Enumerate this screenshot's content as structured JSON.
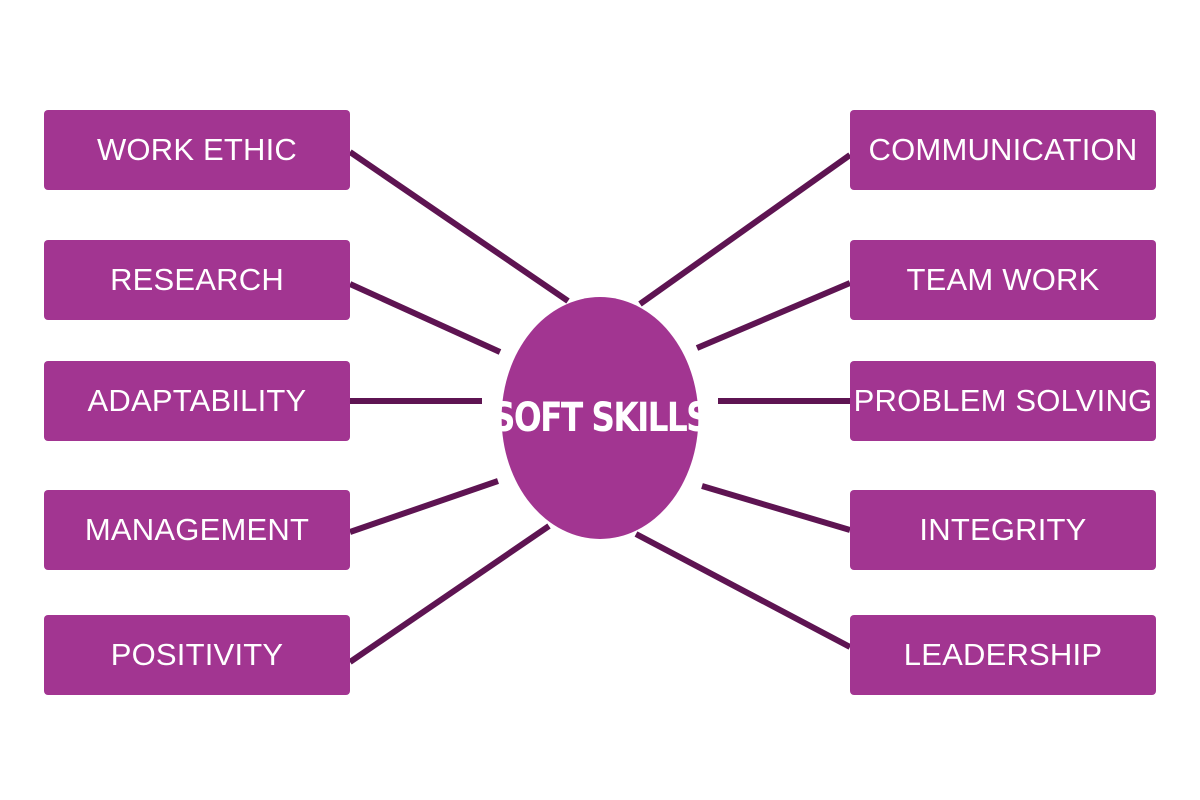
{
  "center": {
    "label": "SOFT SKILLS"
  },
  "left_skills": [
    "WORK ETHIC",
    "RESEARCH",
    "ADAPTABILITY",
    "MANAGEMENT",
    "POSITIVITY"
  ],
  "right_skills": [
    "COMMUNICATION",
    "TEAM WORK",
    "PROBLEM SOLVING",
    "INTEGRITY",
    "LEADERSHIP"
  ],
  "colors": {
    "box_fill": "#a23591",
    "connector": "#5e1452",
    "text": "#ffffff",
    "background": "#ffffff"
  }
}
